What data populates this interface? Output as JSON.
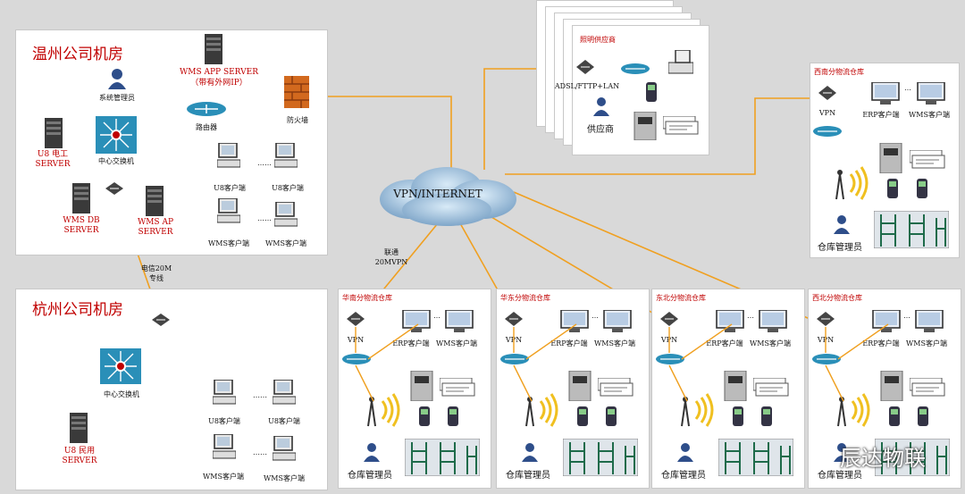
{
  "wenzhou": {
    "title": "温州公司机房",
    "admin_label": "系统管理员",
    "wms_app_server_label": "WMS APP SERVER",
    "wms_app_server_note": "（带有外网IP）",
    "router_label": "路由器",
    "firewall_label": "防火墙",
    "switch_label": "中心交换机",
    "u8_server_label": "U8 电工\nSERVER",
    "wms_db_label": "WMS DB\nSERVER",
    "wms_ap_label": "WMS AP\nSERVER",
    "u8_client_a": "U8客户端",
    "u8_client_b": "U8客户端",
    "wms_client_a": "WMS客户端",
    "wms_client_b": "WMS客户端",
    "ellipsis": "……"
  },
  "link_label": "电信20M\n专线",
  "hangzhou": {
    "title": "杭州公司机房",
    "switch_label": "中心交换机",
    "u8_server_label": "U8 民用\nSERVER",
    "u8_client_a": "U8客户端",
    "u8_client_b": "U8客户端",
    "wms_client_a": "WMS客户端",
    "wms_client_b": "WMS客户端",
    "ellipsis": "……"
  },
  "vpn_cloud_label": "VPN/INTERNET",
  "vpn_link_label": "联通\n20MVPN",
  "supplier": {
    "title": "照明供应商",
    "adsl_label": "ADSL/FTTP+LAN",
    "supplier_label": "供应商"
  },
  "warehouses": [
    {
      "title": "西南分物流仓库",
      "vpn": "VPN",
      "erp": "ERP客户端",
      "wms": "WMS客户端",
      "manager": "仓库管理员"
    },
    {
      "title": "华南分物流仓库",
      "vpn": "VPN",
      "erp": "ERP客户端",
      "wms": "WMS客户端",
      "manager": "仓库管理员"
    },
    {
      "title": "华东分物流仓库",
      "vpn": "VPN",
      "erp": "ERP客户端",
      "wms": "WMS客户端",
      "manager": "仓库管理员"
    },
    {
      "title": "东北分物流仓库",
      "vpn": "VPN",
      "erp": "ERP客户端",
      "wms": "WMS客户端",
      "manager": "仓库管理员"
    },
    {
      "title": "西北分物流仓库",
      "vpn": "VPN",
      "erp": "ERP客户端",
      "wms": "WMS客户端",
      "manager": "仓库管理员"
    }
  ],
  "watermark": "辰达物联",
  "colors": {
    "link": "#f0a020",
    "accent_red": "#c00000",
    "switch_blue": "#2a8fb8"
  }
}
